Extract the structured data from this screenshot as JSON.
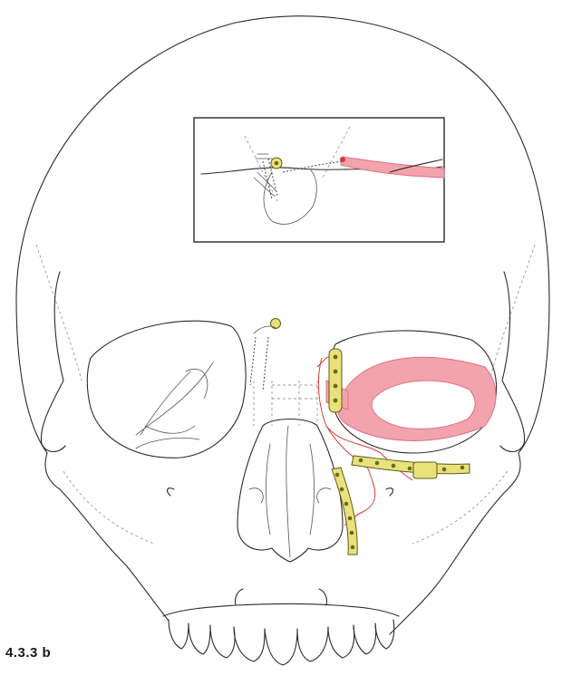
{
  "figure": {
    "label": "4.3.3 b"
  },
  "colors": {
    "outline": "#2b2b2b",
    "soft_tissue": "#f3a3ad",
    "fracture_line": "#d9383a",
    "plate": "#e9e27a"
  },
  "icons": [
    "skull-illustration",
    "miniplate",
    "wire",
    "inset-detail"
  ]
}
